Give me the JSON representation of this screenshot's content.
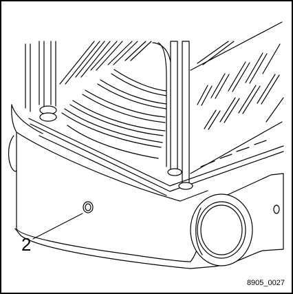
{
  "callout": {
    "number": "2",
    "target": "round-hole"
  },
  "figure_id": "8905_0027",
  "colors": {
    "line": "#000000",
    "background": "#ffffff",
    "wheel_fill": "#ffffff"
  }
}
